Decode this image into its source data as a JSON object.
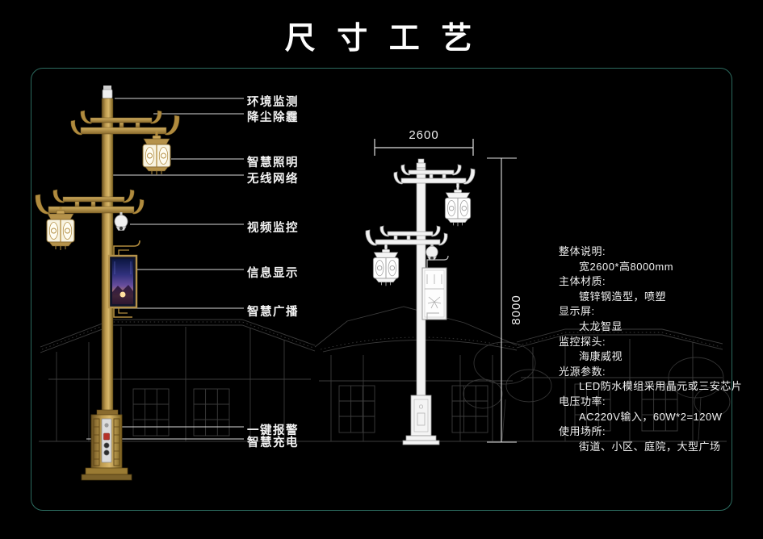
{
  "title": "尺 寸 工 艺",
  "colors": {
    "background": "#000000",
    "frame_border": "#2c6b5f",
    "pole_gold": "#b5924a",
    "label_text": "#f2f2f2",
    "alarm_button_red": "#b53228"
  },
  "feature_labels": [
    {
      "label": "环境监测"
    },
    {
      "label": "降尘除霾"
    },
    {
      "label": "智慧照明"
    },
    {
      "label": "无线网络"
    },
    {
      "label": "视频监控"
    },
    {
      "label": "信息显示"
    },
    {
      "label": "智慧广播"
    },
    {
      "label": "一键报警"
    },
    {
      "label": "智慧充电"
    }
  ],
  "dimensions": {
    "width_mm": "2600",
    "height_mm": "8000"
  },
  "specs": [
    {
      "label": "整体说明:",
      "value": "宽2600*高8000mm"
    },
    {
      "label": "主体材质:",
      "value": "镀锌钢造型，喷塑"
    },
    {
      "label": "显示屏:",
      "value": "太龙智显"
    },
    {
      "label": "监控探头:",
      "value": "海康威视"
    },
    {
      "label": "光源参数:",
      "value": "LED防水模组采用晶元或三安芯片"
    },
    {
      "label": "电压功率:",
      "value": "AC220V输入，60W*2=120W"
    },
    {
      "label": "使用场所:",
      "value": "街道、小区、庭院，大型广场"
    }
  ],
  "icons": {
    "environment_sensor": "white-cylinder-sensor",
    "lantern": "palace-lantern",
    "camera": "dome-camera",
    "screen": "vertical-led-screen",
    "alarm_panel": "button-panel"
  }
}
